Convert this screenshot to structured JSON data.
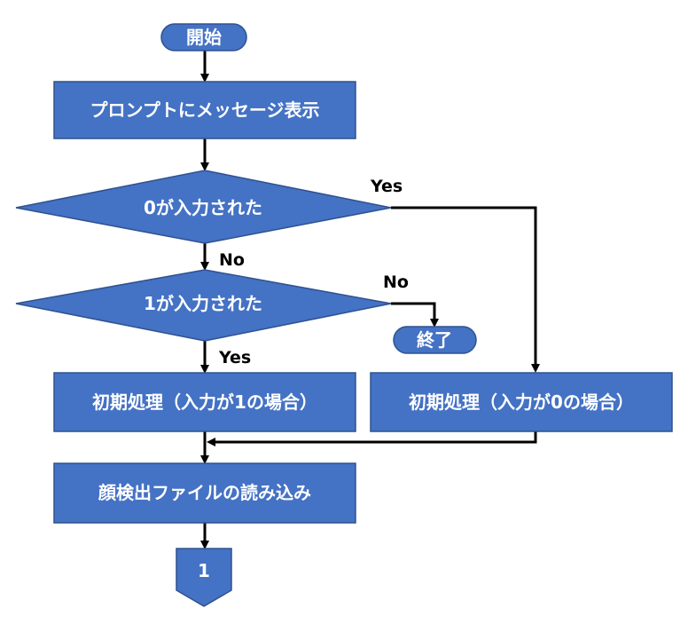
{
  "nodes": {
    "start": "開始",
    "show_prompt": "プロンプトにメッセージ表示",
    "decision_zero": "0が入力された",
    "decision_one": "1が入力された",
    "end": "終了",
    "init_one": "初期処理（入力が1の場合）",
    "init_zero": "初期処理（入力が0の場合）",
    "load_face": "顔検出ファイルの読み込み",
    "connector": "1"
  },
  "edge_labels": {
    "zero_yes": "Yes",
    "zero_no": "No",
    "one_no": "No",
    "one_yes": "Yes"
  }
}
